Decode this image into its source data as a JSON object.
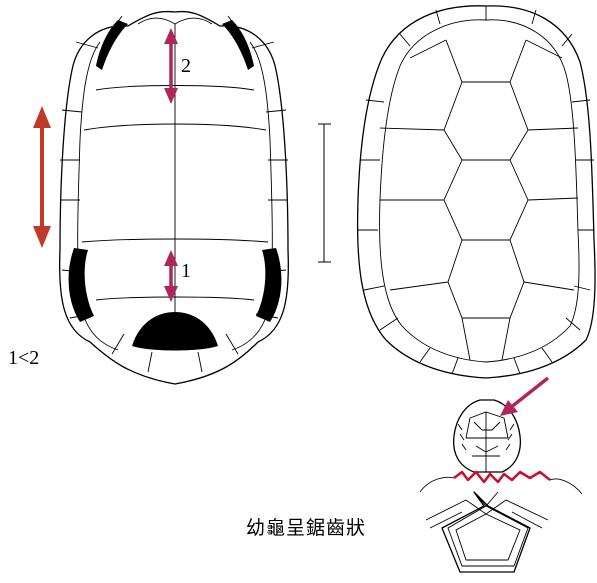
{
  "labels": {
    "measure_2": "2",
    "measure_1": "1",
    "comparison": "1<2",
    "caption": "幼龜呈鋸齒狀"
  },
  "colors": {
    "arrow_red": "#c0392b",
    "arrow_magenta": "#b0265a",
    "serration_red": "#c8102e",
    "ink": "#000000"
  },
  "icons": {
    "measure_arrows": "double-headed-arrow",
    "pointer": "single-arrow"
  }
}
